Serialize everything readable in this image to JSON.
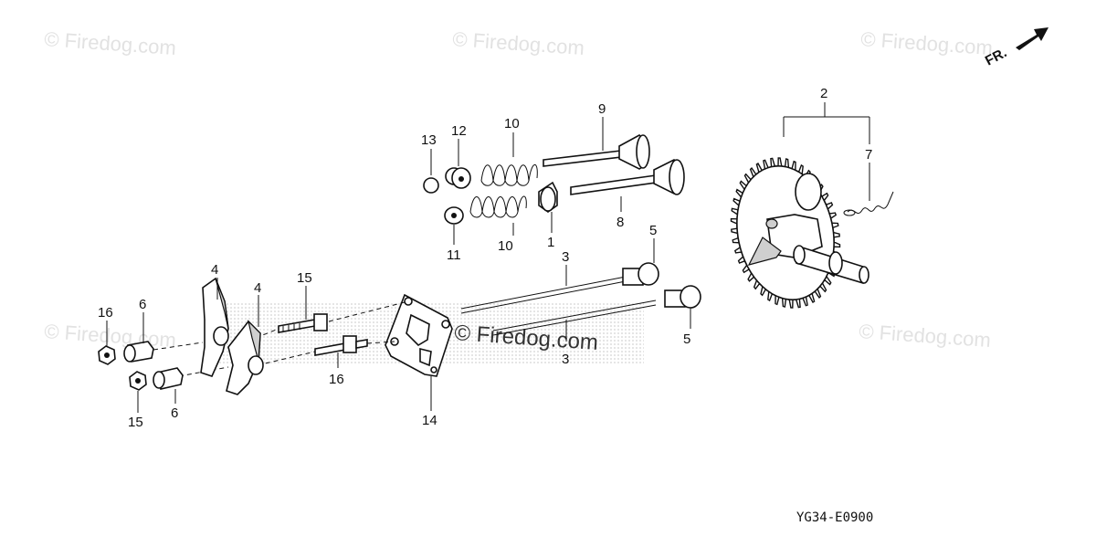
{
  "watermark": {
    "text": "© Firedog.com"
  },
  "front_marker": "FR.",
  "diagram_code": "YG34-E0900",
  "callouts": [
    "1",
    "2",
    "3",
    "3",
    "4",
    "4",
    "5",
    "5",
    "6",
    "6",
    "7",
    "8",
    "9",
    "10",
    "10",
    "11",
    "12",
    "13",
    "14",
    "15",
    "15",
    "16",
    "16"
  ]
}
